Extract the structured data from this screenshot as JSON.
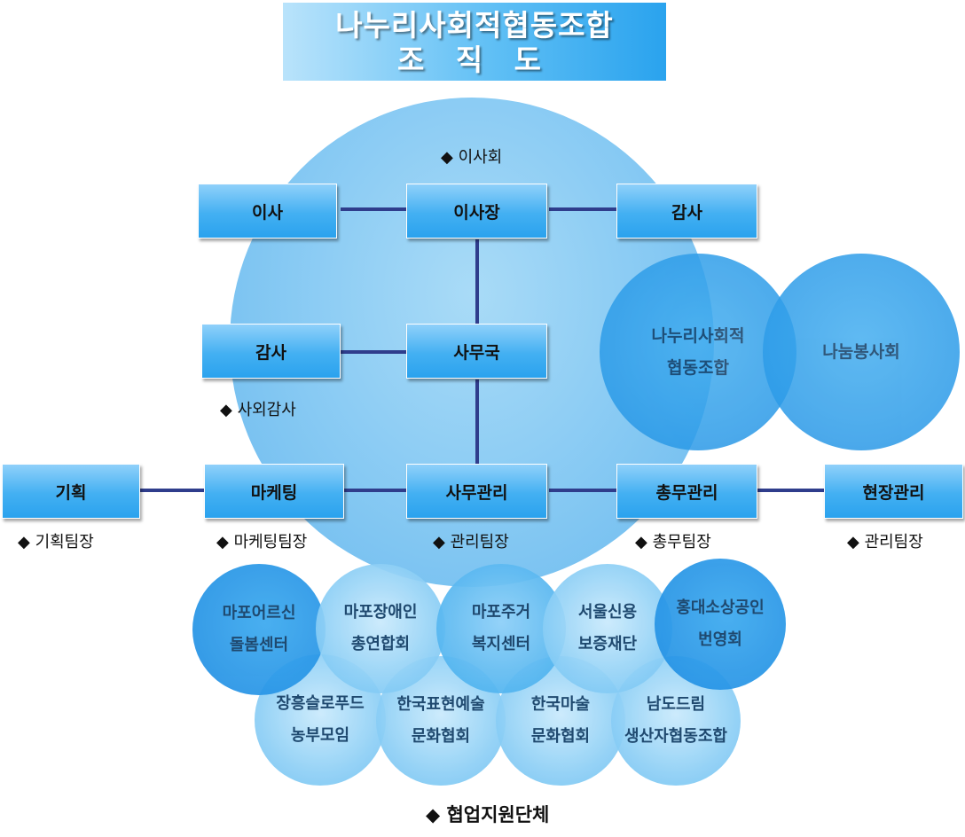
{
  "title": {
    "line1": "나누리사회적협동조합",
    "line2": "조 직 도"
  },
  "board_note": "◆ 이사회",
  "boxes": {
    "director": "이사",
    "chairman": "이사장",
    "auditor_top": "감사",
    "auditor_left": "감사",
    "secretariat": "사무국",
    "planning": "기획",
    "marketing": "마케팅",
    "office_mgmt": "사무관리",
    "general_mgmt": "총무관리",
    "field_mgmt": "현장관리"
  },
  "notes": {
    "external_audit": "◆ 사외감사",
    "planning_lead": "◆ 기획팀장",
    "marketing_lead": "◆ 마케팅팀장",
    "office_lead": "◆ 관리팀장",
    "general_lead": "◆ 총무팀장",
    "field_lead": "◆ 관리팀장"
  },
  "venn": {
    "left": {
      "line1": "나누리사회적",
      "line2": "협동조합"
    },
    "right": {
      "line1": "나눔봉사회"
    }
  },
  "partners_row1": [
    {
      "line1": "마포어르신",
      "line2": "돌봄센터"
    },
    {
      "line1": "마포장애인",
      "line2": "총연합회"
    },
    {
      "line1": "마포주거",
      "line2": "복지센터"
    },
    {
      "line1": "서울신용",
      "line2": "보증재단"
    },
    {
      "line1": "홍대소상공인",
      "line2": "번영회"
    }
  ],
  "partners_row2": [
    {
      "line1": "장흥슬로푸드",
      "line2": "농부모임"
    },
    {
      "line1": "한국표현예술",
      "line2": "문화협회"
    },
    {
      "line1": "한국마술",
      "line2": "문화협회"
    },
    {
      "line1": "남도드림",
      "line2": "생산자협동조합"
    }
  ],
  "footer": "◆ 협업지원단체",
  "colors": {
    "box": "#2aa2ee",
    "connector": "#2f3d8c",
    "circle_dark": "#2694e6",
    "circle_light": "#8fd0f6"
  }
}
